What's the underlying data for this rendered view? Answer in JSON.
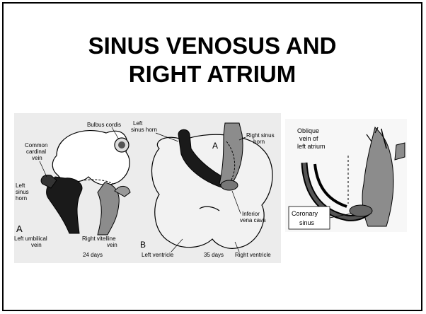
{
  "slide": {
    "title_line1": "SINUS VENOSUS AND",
    "title_line2": "RIGHT ATRIUM"
  },
  "figure": {
    "panel_a": {
      "letter": "A",
      "bulbus_cordis": "Bulbus cordis",
      "common_cardinal_vein": [
        "Common",
        "cardinal",
        "vein"
      ],
      "left_sinus_horn": [
        "Left",
        "sinus",
        "horn"
      ],
      "left_umbilical_vein": [
        "Left umbilical",
        "vein"
      ],
      "right_vitelline_vein": [
        "Right vitelline",
        "vein"
      ],
      "age": "24 days"
    },
    "panel_b": {
      "letter_a": "A",
      "letter_b": "B",
      "left_sinus_horn": [
        "Left",
        "sinus horn"
      ],
      "right_sinus_horn": [
        "Right sinus",
        "horn"
      ],
      "inferior_vena_cava": [
        "Inferior",
        "vena cava"
      ],
      "left_ventricle": "Left ventricle",
      "right_ventricle": "Right ventricle",
      "age": "35 days"
    },
    "panel_c": {
      "oblique_vein": [
        "Oblique",
        "vein of",
        "left atrium"
      ],
      "coronary_sinus": [
        "Coronary",
        "sinus"
      ]
    }
  },
  "colors": {
    "dark_vein": "#1a1a1a",
    "gray_vein": "#8c8c8c",
    "heart_fill": "#f2f2f2",
    "outline": "#000000"
  }
}
